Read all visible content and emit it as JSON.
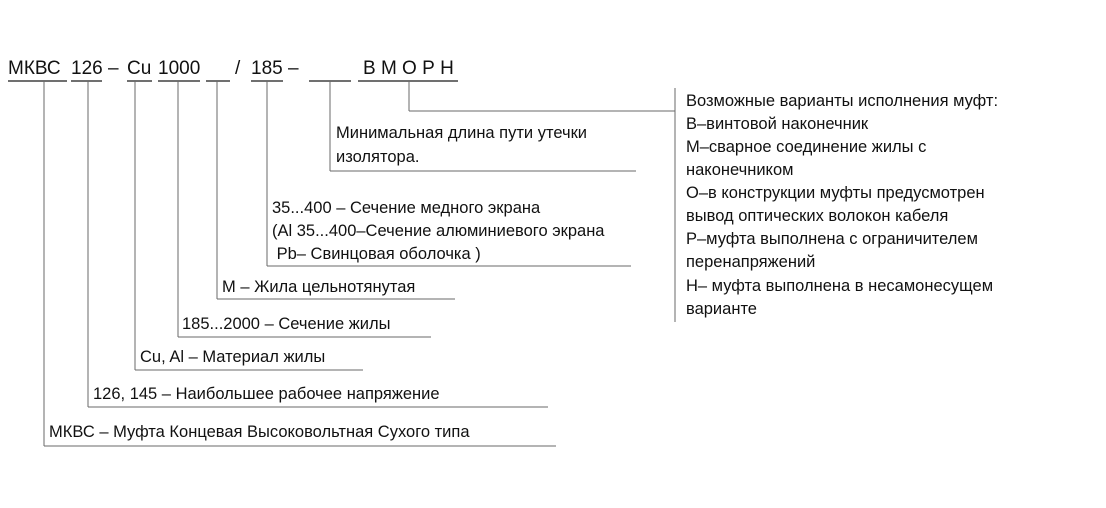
{
  "code": {
    "mkvs": "МКВС",
    "voltage": "126",
    "dash1": "–",
    "material": "Cu",
    "section": "1000",
    "slash": "/",
    "screen": "185",
    "dash2": "–",
    "options": "В М О Р Н"
  },
  "labels": {
    "options_title": "Возможные варианты исполнения муфт:",
    "options_lines": [
      "В–винтовой наконечник",
      "М–сварное соединение жилы с",
      "наконечником",
      "О–в конструкции муфты предусмотрен",
      "вывод оптических волокон кабеля",
      "Р–муфта выполнена с ограничителем",
      "перенапряжений",
      "Н– муфта выполнена в несамонесущем",
      "варианте"
    ],
    "creepage_lines": [
      "Минимальная длина пути утечки",
      "изолятора."
    ],
    "screen_lines": [
      "35...400 – Сечение медного экрана",
      "(Al 35...400–Сечение алюминиевого экрана",
      " Pb– Свинцовая оболочка )"
    ],
    "conductor_type": "М – Жила цельнотянутая",
    "conductor_section": "185...2000 – Сечение жилы",
    "conductor_material": "Cu, Al – Материал жилы",
    "max_voltage": "126, 145 – Наибольшее рабочее напряжение",
    "mkvs_decode": "МКВС – Муфта Концевая Высоковольтная Сухого типа"
  }
}
